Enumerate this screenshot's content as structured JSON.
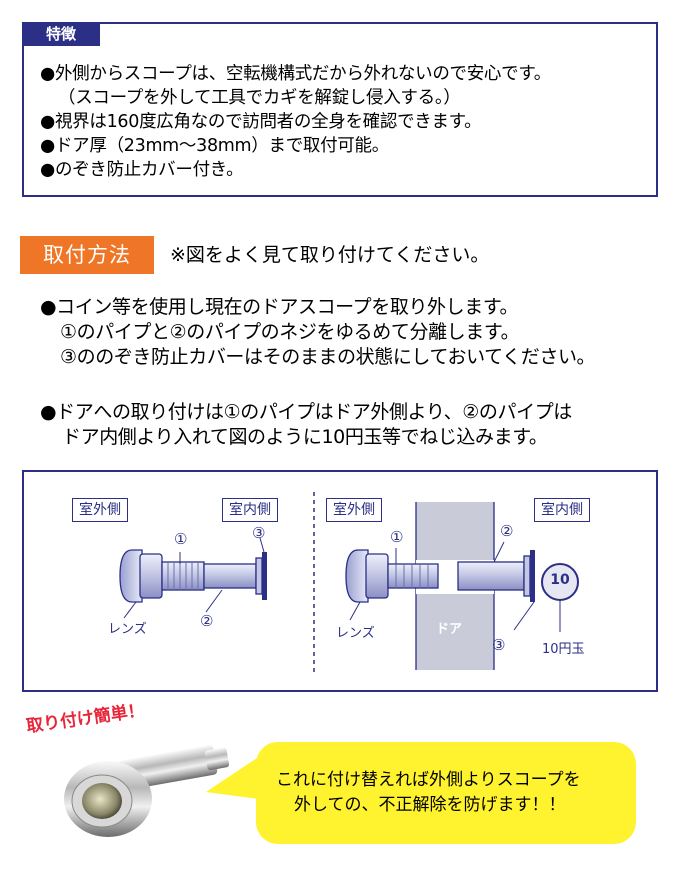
{
  "features": {
    "tag": "特徴",
    "lines": [
      "●外側からスコープは、空転機構式だから外れないので安心です。",
      "（スコープを外して工具でカギを解錠し侵入する。）",
      "●視界は160度広角なので訪問者の全身を確認できます。",
      "●ドア厚（23mm〜38mm）まで取付可能。",
      "●のぞき防止カバー付き。"
    ]
  },
  "method": {
    "tag": "取付方法",
    "note": "※図をよく見て取り付けてください。",
    "step1": [
      "●コイン等を使用し現在のドアスコープを取り外します。",
      "①のパイプと②のパイプのネジをゆるめて分離します。",
      "③ののぞき防止カバーはそのままの状態にしておいてください。"
    ],
    "step2": [
      "●ドアへの取り付けは①のパイプはドア外側より、②のパイプは",
      "ドア内側より入れて図のように10円玉等でねじ込みます。"
    ]
  },
  "diagram": {
    "outside": "室外側",
    "inside": "室内側",
    "num1": "①",
    "num2": "②",
    "num3": "③",
    "lens": "レンズ",
    "door": "ドア",
    "coin_value": "10",
    "coin": "10円玉"
  },
  "bottom": {
    "title": "取り付け簡単！",
    "bubble_lines": [
      "これに付け替えれば外側よりスコープを",
      "外しての、不正解除を防げます！！"
    ]
  },
  "colors": {
    "navy": "#2b2f86",
    "orange": "#ef7627",
    "red": "#e8263a",
    "yellow": "#fff22e"
  }
}
